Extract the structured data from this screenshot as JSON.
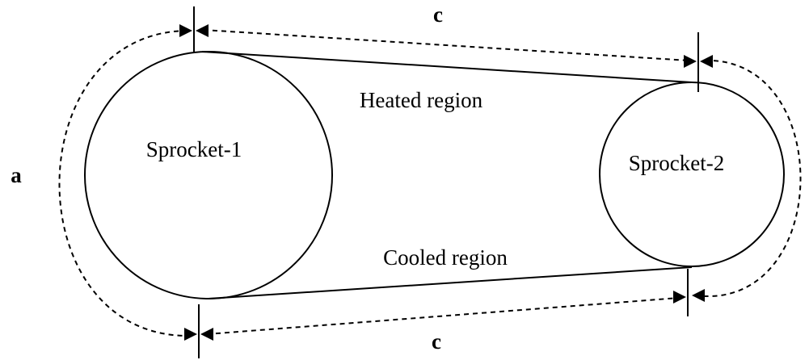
{
  "labels": {
    "top_c": "c",
    "bottom_c": "c",
    "left_a": "a",
    "sprocket1": "Sprocket-1",
    "sprocket2": "Sprocket-2",
    "heated": "Heated region",
    "cooled": "Cooled region"
  }
}
